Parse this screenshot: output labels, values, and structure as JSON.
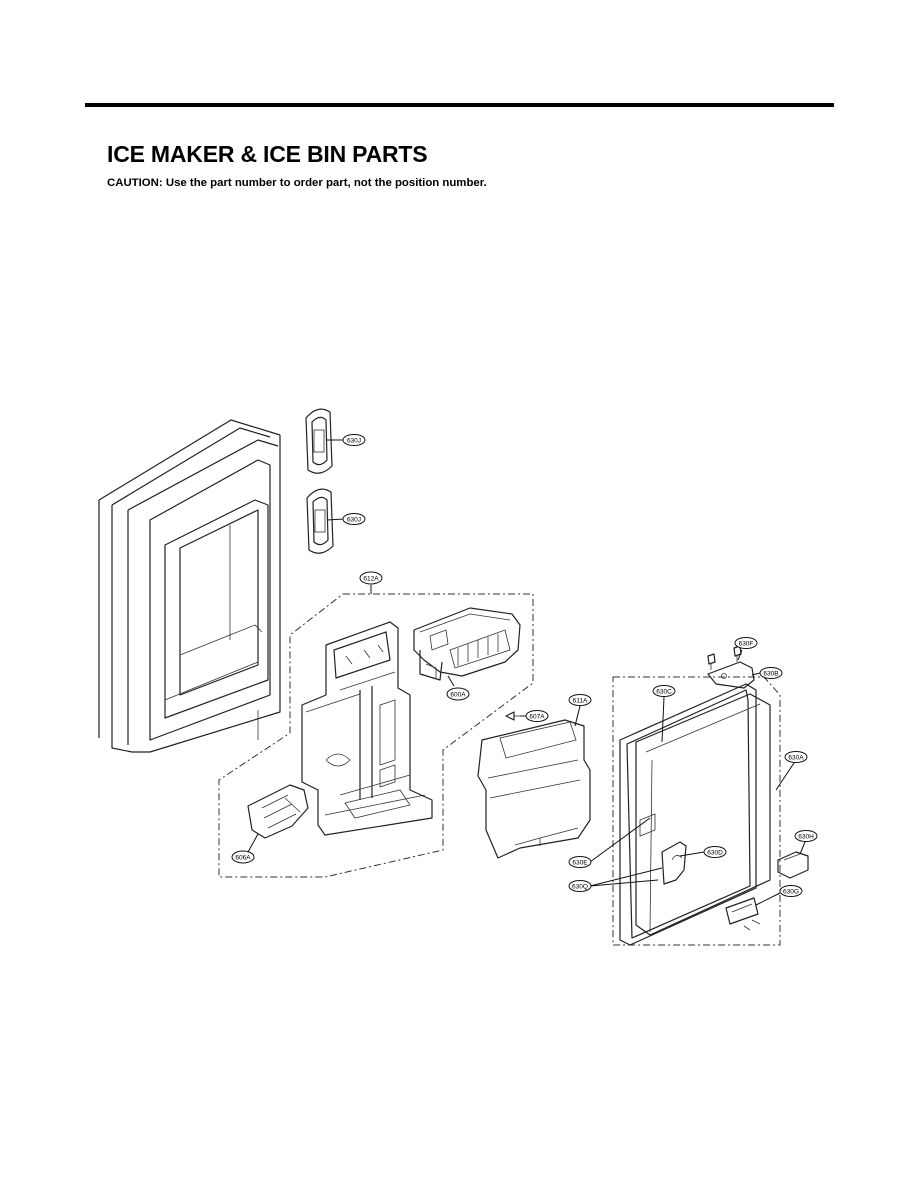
{
  "page": {
    "title": "ICE MAKER & ICE BIN PARTS",
    "caution": "CAUTION: Use the part number to order part, not the position number."
  },
  "diagram": {
    "callouts": {
      "c630j_top": "630J",
      "c630j_bottom": "630J",
      "c612a": "612A",
      "c600a": "600A",
      "c607a": "607A",
      "c611a": "611A",
      "c630f": "630F",
      "c630b": "630B",
      "c630c": "630C",
      "c630a": "630A",
      "c630h": "630H",
      "c630e": "630E",
      "c630d": "630D",
      "c630q": "630Q",
      "c630g": "630G",
      "c606a": "606A"
    }
  }
}
